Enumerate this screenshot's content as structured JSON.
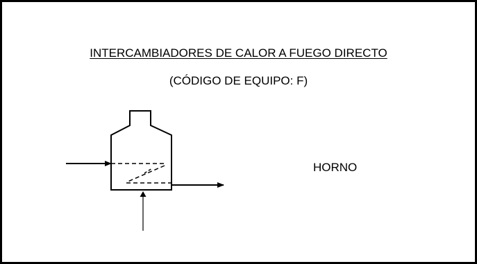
{
  "title": "INTERCAMBIADORES DE CALOR A FUEGO DIRECTO",
  "subtitle": "(CÓDIGO DE EQUIPO: F)",
  "equipment_label": "HORNO",
  "colors": {
    "line": "#000000",
    "background": "#ffffff",
    "border": "#000000"
  }
}
